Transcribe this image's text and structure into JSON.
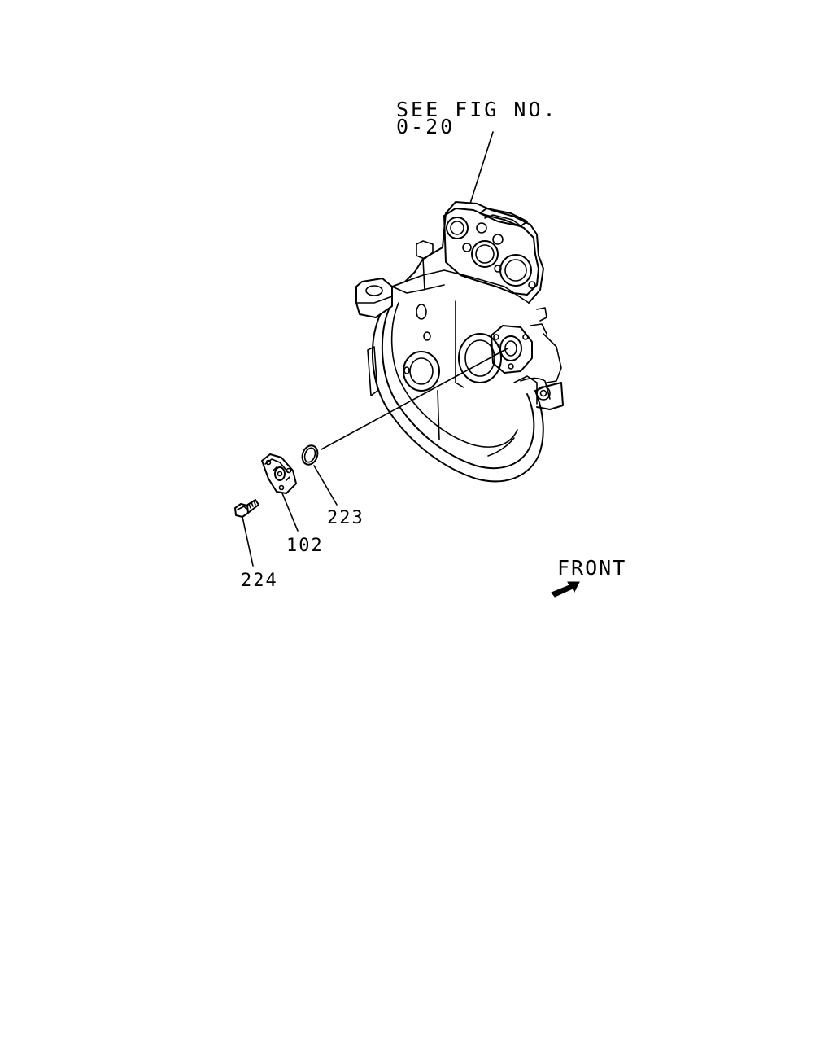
{
  "diagram": {
    "reference_note": {
      "line1": "SEE FIG NO.",
      "line2": "0-20"
    },
    "parts": [
      {
        "id": "223",
        "label": "223"
      },
      {
        "id": "102",
        "label": "102"
      },
      {
        "id": "224",
        "label": "224"
      }
    ],
    "orientation": {
      "label": "FRONT",
      "icon": "arrow-icon"
    }
  }
}
